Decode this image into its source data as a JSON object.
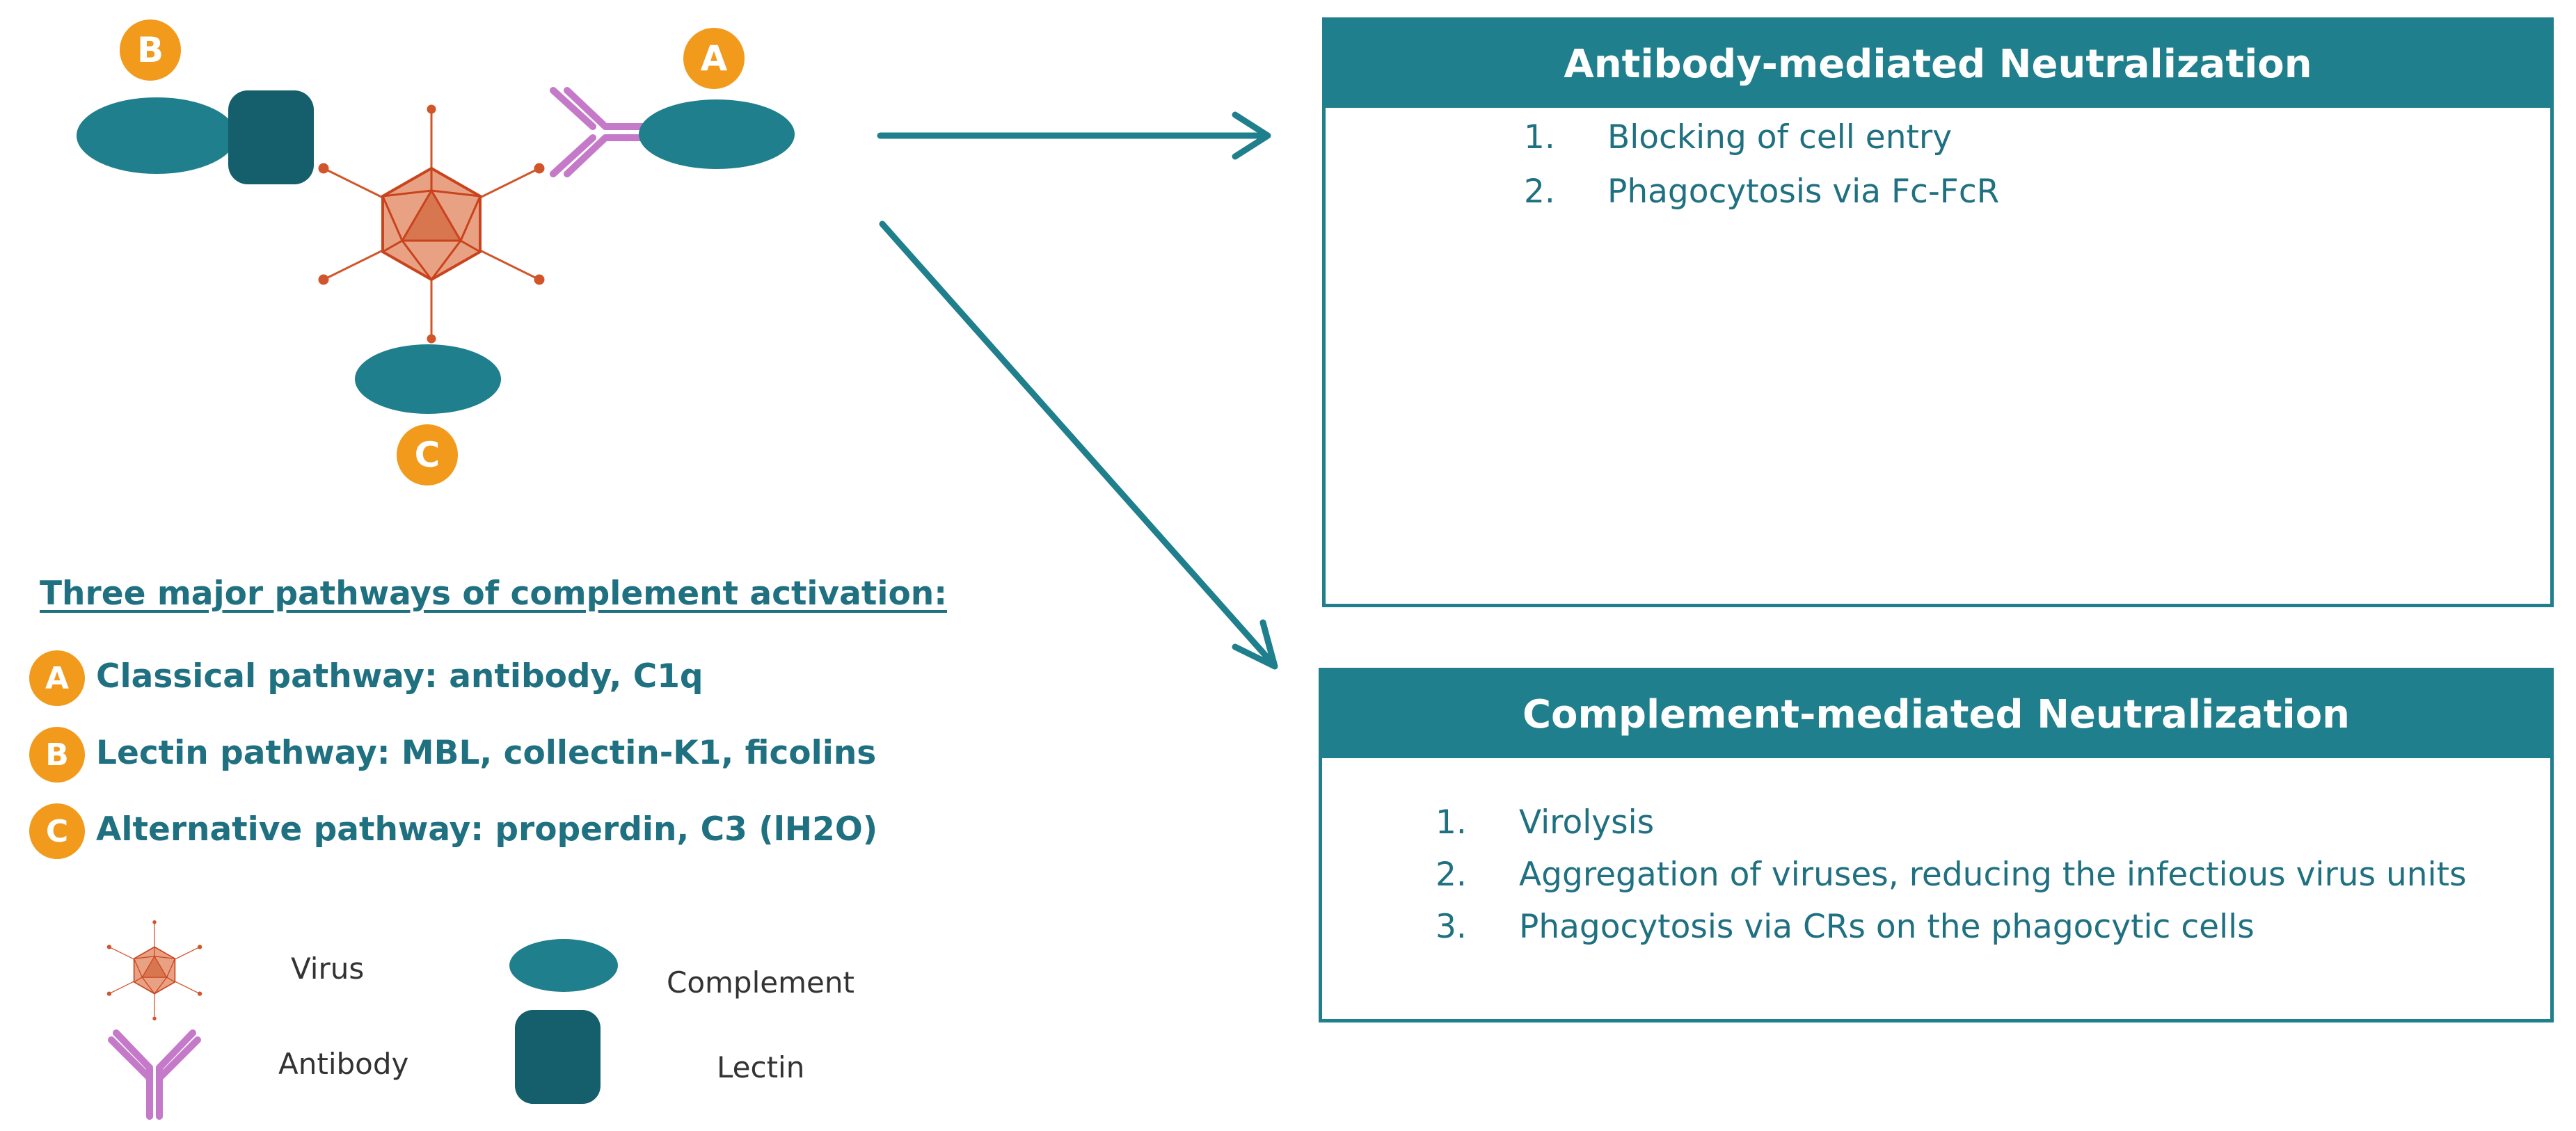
{
  "badges": {
    "a": "A",
    "b": "B",
    "c": "C"
  },
  "pathways": {
    "title": "Three major pathways of complement activation:",
    "items": [
      {
        "badge": "A",
        "label": "Classical pathway: antibody, C1q"
      },
      {
        "badge": "B",
        "label": "Lectin pathway: MBL, collectin-K1, ficolins"
      },
      {
        "badge": "C",
        "label": "Alternative pathway: properdin, C3 (lH2O)"
      }
    ]
  },
  "legend": {
    "virus": "Virus",
    "antibody": "Antibody",
    "complement": "Complement",
    "lectin": "Lectin"
  },
  "antibody_panel": {
    "title": "Antibody-mediated Neutralization",
    "items": [
      {
        "num": "1.",
        "text": "Blocking of cell entry"
      },
      {
        "num": "2.",
        "text": "Phagocytosis via Fc-FcR"
      }
    ]
  },
  "complement_panel": {
    "title": "Complement-mediated Neutralization",
    "items": [
      {
        "num": "1.",
        "text": "Virolysis"
      },
      {
        "num": "2.",
        "text": "Aggregation of viruses, reducing the infectious virus units"
      },
      {
        "num": "3.",
        "text": "Phagocytosis via CRs on the phagocytic cells"
      }
    ]
  },
  "colors": {
    "teal_dark": "#1f7f8c",
    "teal_text": "#1f7080",
    "lectin": "#155e6b",
    "virus": "#d2552a",
    "antibody": "#c57ac9",
    "badge": "#f29a1b",
    "cell": "#dce9ef",
    "receptor": "#c0303a"
  }
}
